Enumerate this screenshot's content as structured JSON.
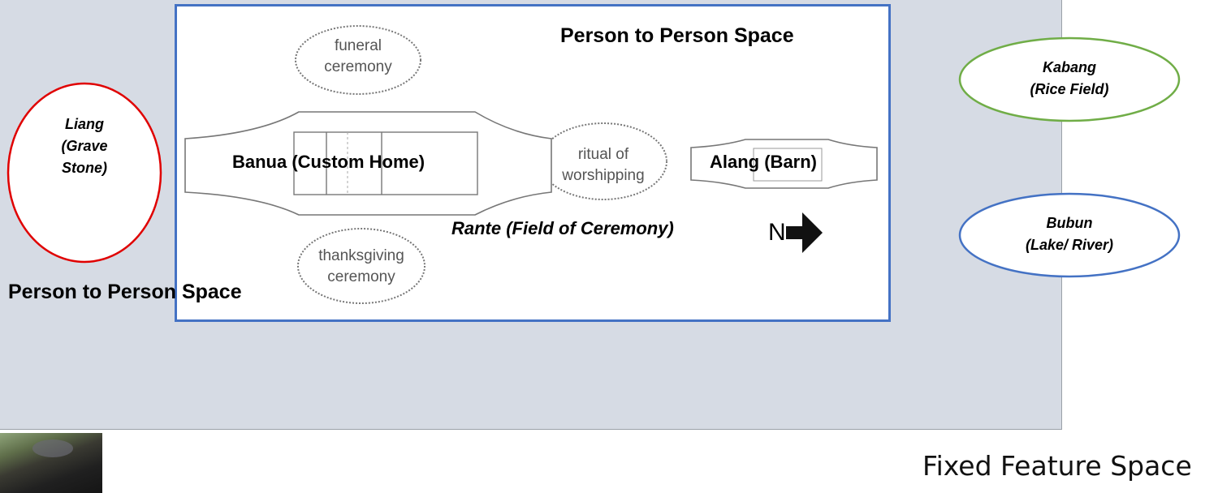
{
  "labels": {
    "person_space_top": "Person to Person Space",
    "person_space_bottom": "Person to Person Space",
    "banua": "Banua (Custom Home)",
    "alang": "Alang (Barn)",
    "rante": "Rante (Field of Ceremony)",
    "north": "N",
    "fixed_feature": "Fixed Feature Space"
  },
  "ceremonies": {
    "funeral_line1": "funeral",
    "funeral_line2": "ceremony",
    "ritual_line1": "ritual of",
    "ritual_line2": "worshipping",
    "thanks_line1": "thanksgiving",
    "thanks_line2": "ceremony"
  },
  "places": {
    "liang_line1": "Liang",
    "liang_line2": "(Grave",
    "liang_line3": "Stone)",
    "kabang_line1": "Kabang",
    "kabang_line2": "(Rice Field)",
    "bubun_line1": "Bubun",
    "bubun_line2": "(Lake/ River)"
  },
  "colors": {
    "background_panel": "#d6dbe4",
    "inner_border": "#4472c4",
    "liang_border": "#e00000",
    "kabang_border": "#70ad47",
    "bubun_border": "#4472c4"
  }
}
